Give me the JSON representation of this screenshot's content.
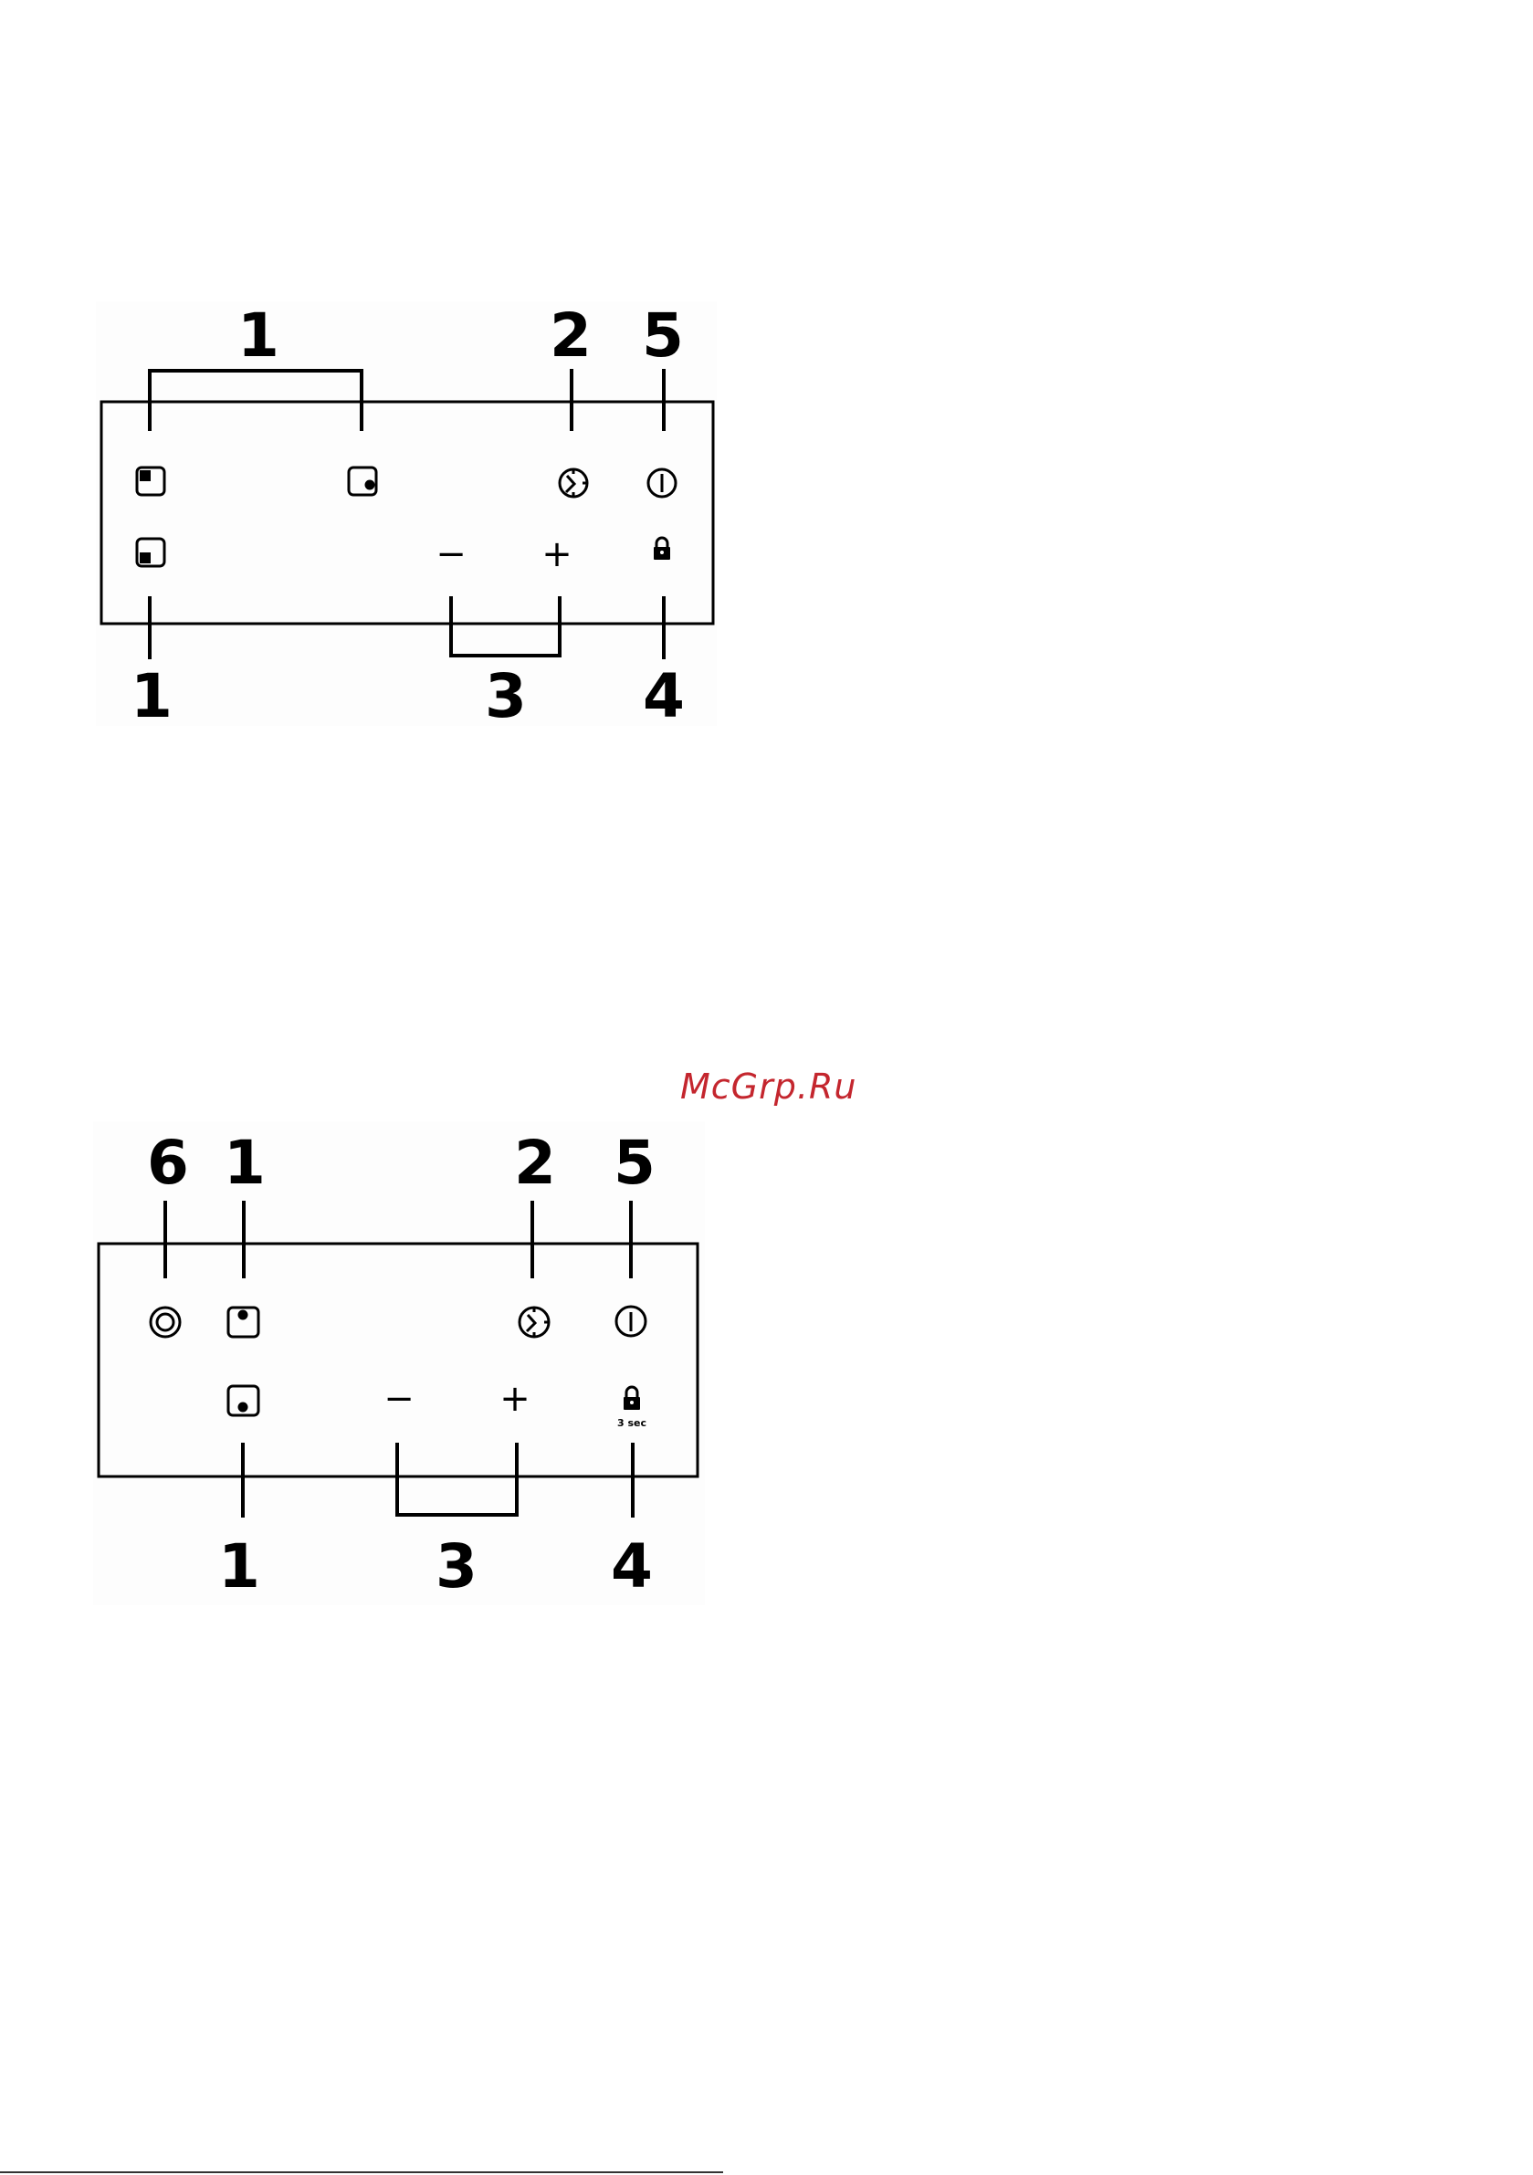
{
  "panel1": {
    "callouts": {
      "top_zone": "1",
      "timer": "2",
      "power": "5",
      "bottom_zone": "1",
      "minus_plus": "3",
      "lock": "4"
    },
    "controls": {
      "minus": "−",
      "plus": "+"
    }
  },
  "panel2": {
    "callouts": {
      "dual_zone": "6",
      "top_zone": "1",
      "timer": "2",
      "power": "5",
      "bottom_zone": "1",
      "minus_plus": "3",
      "lock": "4"
    },
    "controls": {
      "minus": "−",
      "plus": "+",
      "lock_duration": "3 sec"
    }
  },
  "watermark": "McGrp.Ru",
  "colors": {
    "line": "#000000",
    "panel_bg": "#fdfdfd",
    "watermark": "#c4262e"
  },
  "icons": [
    "zone-top-left-icon",
    "zone-bottom-left-icon",
    "zone-right-icon",
    "timer-icon",
    "power-icon",
    "lock-icon",
    "dual-ring-icon",
    "zone-top-icon",
    "zone-bottom-icon"
  ]
}
